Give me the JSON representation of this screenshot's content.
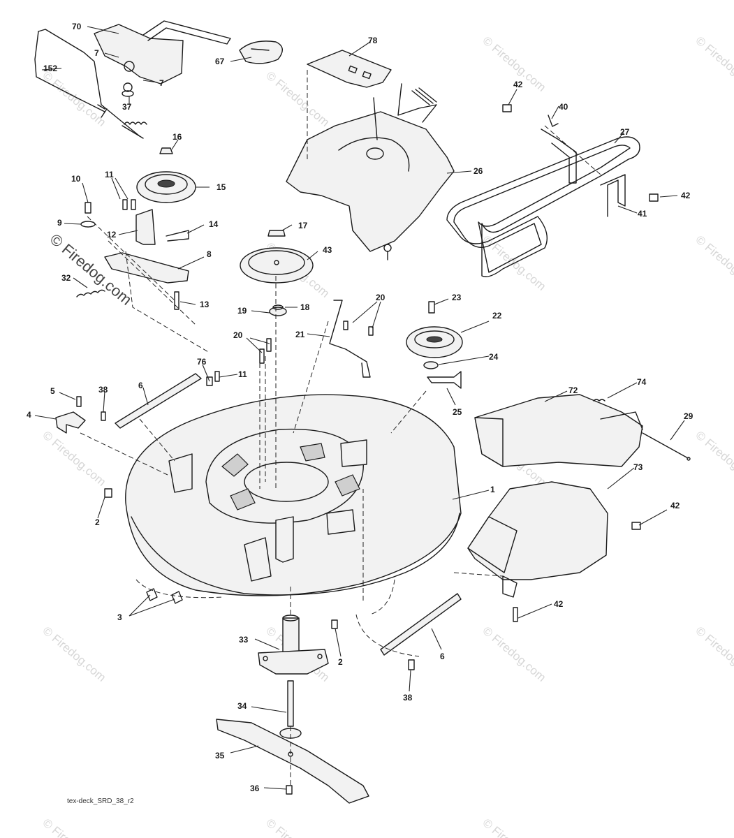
{
  "diagram_ref": "tex-deck_SRD_38_r2",
  "watermark": "© Firedog.com",
  "callouts": {
    "c1": "1",
    "c2a": "2",
    "c2b": "2",
    "c3": "3",
    "c4": "4",
    "c5": "5",
    "c6a": "6",
    "c6b": "6",
    "c7a": "7",
    "c7b": "7",
    "c8": "8",
    "c9": "9",
    "c10": "10",
    "c11a": "11",
    "c11b": "11",
    "c12": "12",
    "c13": "13",
    "c14": "14",
    "c15": "15",
    "c16": "16",
    "c17": "17",
    "c18": "18",
    "c19": "19",
    "c20a": "20",
    "c20b": "20",
    "c21": "21",
    "c22": "22",
    "c23": "23",
    "c24": "24",
    "c25": "25",
    "c26": "26",
    "c27": "27",
    "c29": "29",
    "c32": "32",
    "c33": "33",
    "c34": "34",
    "c35": "35",
    "c36": "36",
    "c37": "37",
    "c38a": "38",
    "c38b": "38",
    "c40": "40",
    "c41": "41",
    "c42a": "42",
    "c42b": "42",
    "c42c": "42",
    "c42d": "42",
    "c43": "43",
    "c67": "67",
    "c70": "70",
    "c72": "72",
    "c73": "73",
    "c74": "74",
    "c76": "76",
    "c78": "78",
    "c152": "152"
  }
}
